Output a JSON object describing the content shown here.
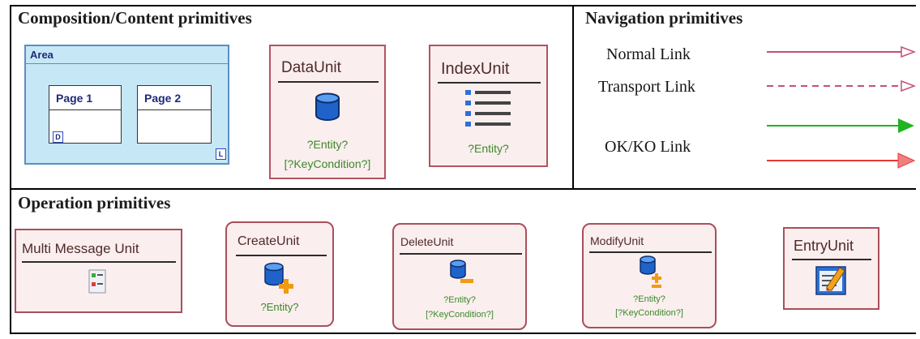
{
  "sections": {
    "composition_title": "Composition/Content primitives",
    "navigation_title": "Navigation primitives",
    "operation_title": "Operation primitives"
  },
  "area": {
    "label": "Area",
    "page1": "Page 1",
    "page2": "Page 2",
    "tag_d": "D",
    "tag_l": "L"
  },
  "data_unit": {
    "title": "DataUnit",
    "line1": "?Entity?",
    "line2": "[?KeyCondition?]"
  },
  "index_unit": {
    "title": "IndexUnit",
    "line1": "?Entity?"
  },
  "links": {
    "normal": "Normal Link",
    "transport": "Transport Link",
    "okko": "OK/KO Link",
    "colors": {
      "normal": "#c4507a",
      "transport": "#c4507a",
      "ok": "#22b322",
      "ko": "#e83a3a"
    }
  },
  "multi_message_unit": {
    "title": "Multi Message Unit"
  },
  "create_unit": {
    "title": "CreateUnit",
    "line1": "?Entity?"
  },
  "delete_unit": {
    "title": "DeleteUnit",
    "line1": "?Entity?",
    "line2": "[?KeyCondition?]"
  },
  "modify_unit": {
    "title": "ModifyUnit",
    "line1": "?Entity?",
    "line2": "[?KeyCondition?]"
  },
  "entry_unit": {
    "title": "EntryUnit"
  },
  "icons": {
    "database": "database-icon",
    "list": "list-icon",
    "messages": "messages-icon",
    "plus": "plus-icon",
    "minus": "minus-icon",
    "plus_minus": "plus-minus-icon",
    "form": "form-icon"
  }
}
